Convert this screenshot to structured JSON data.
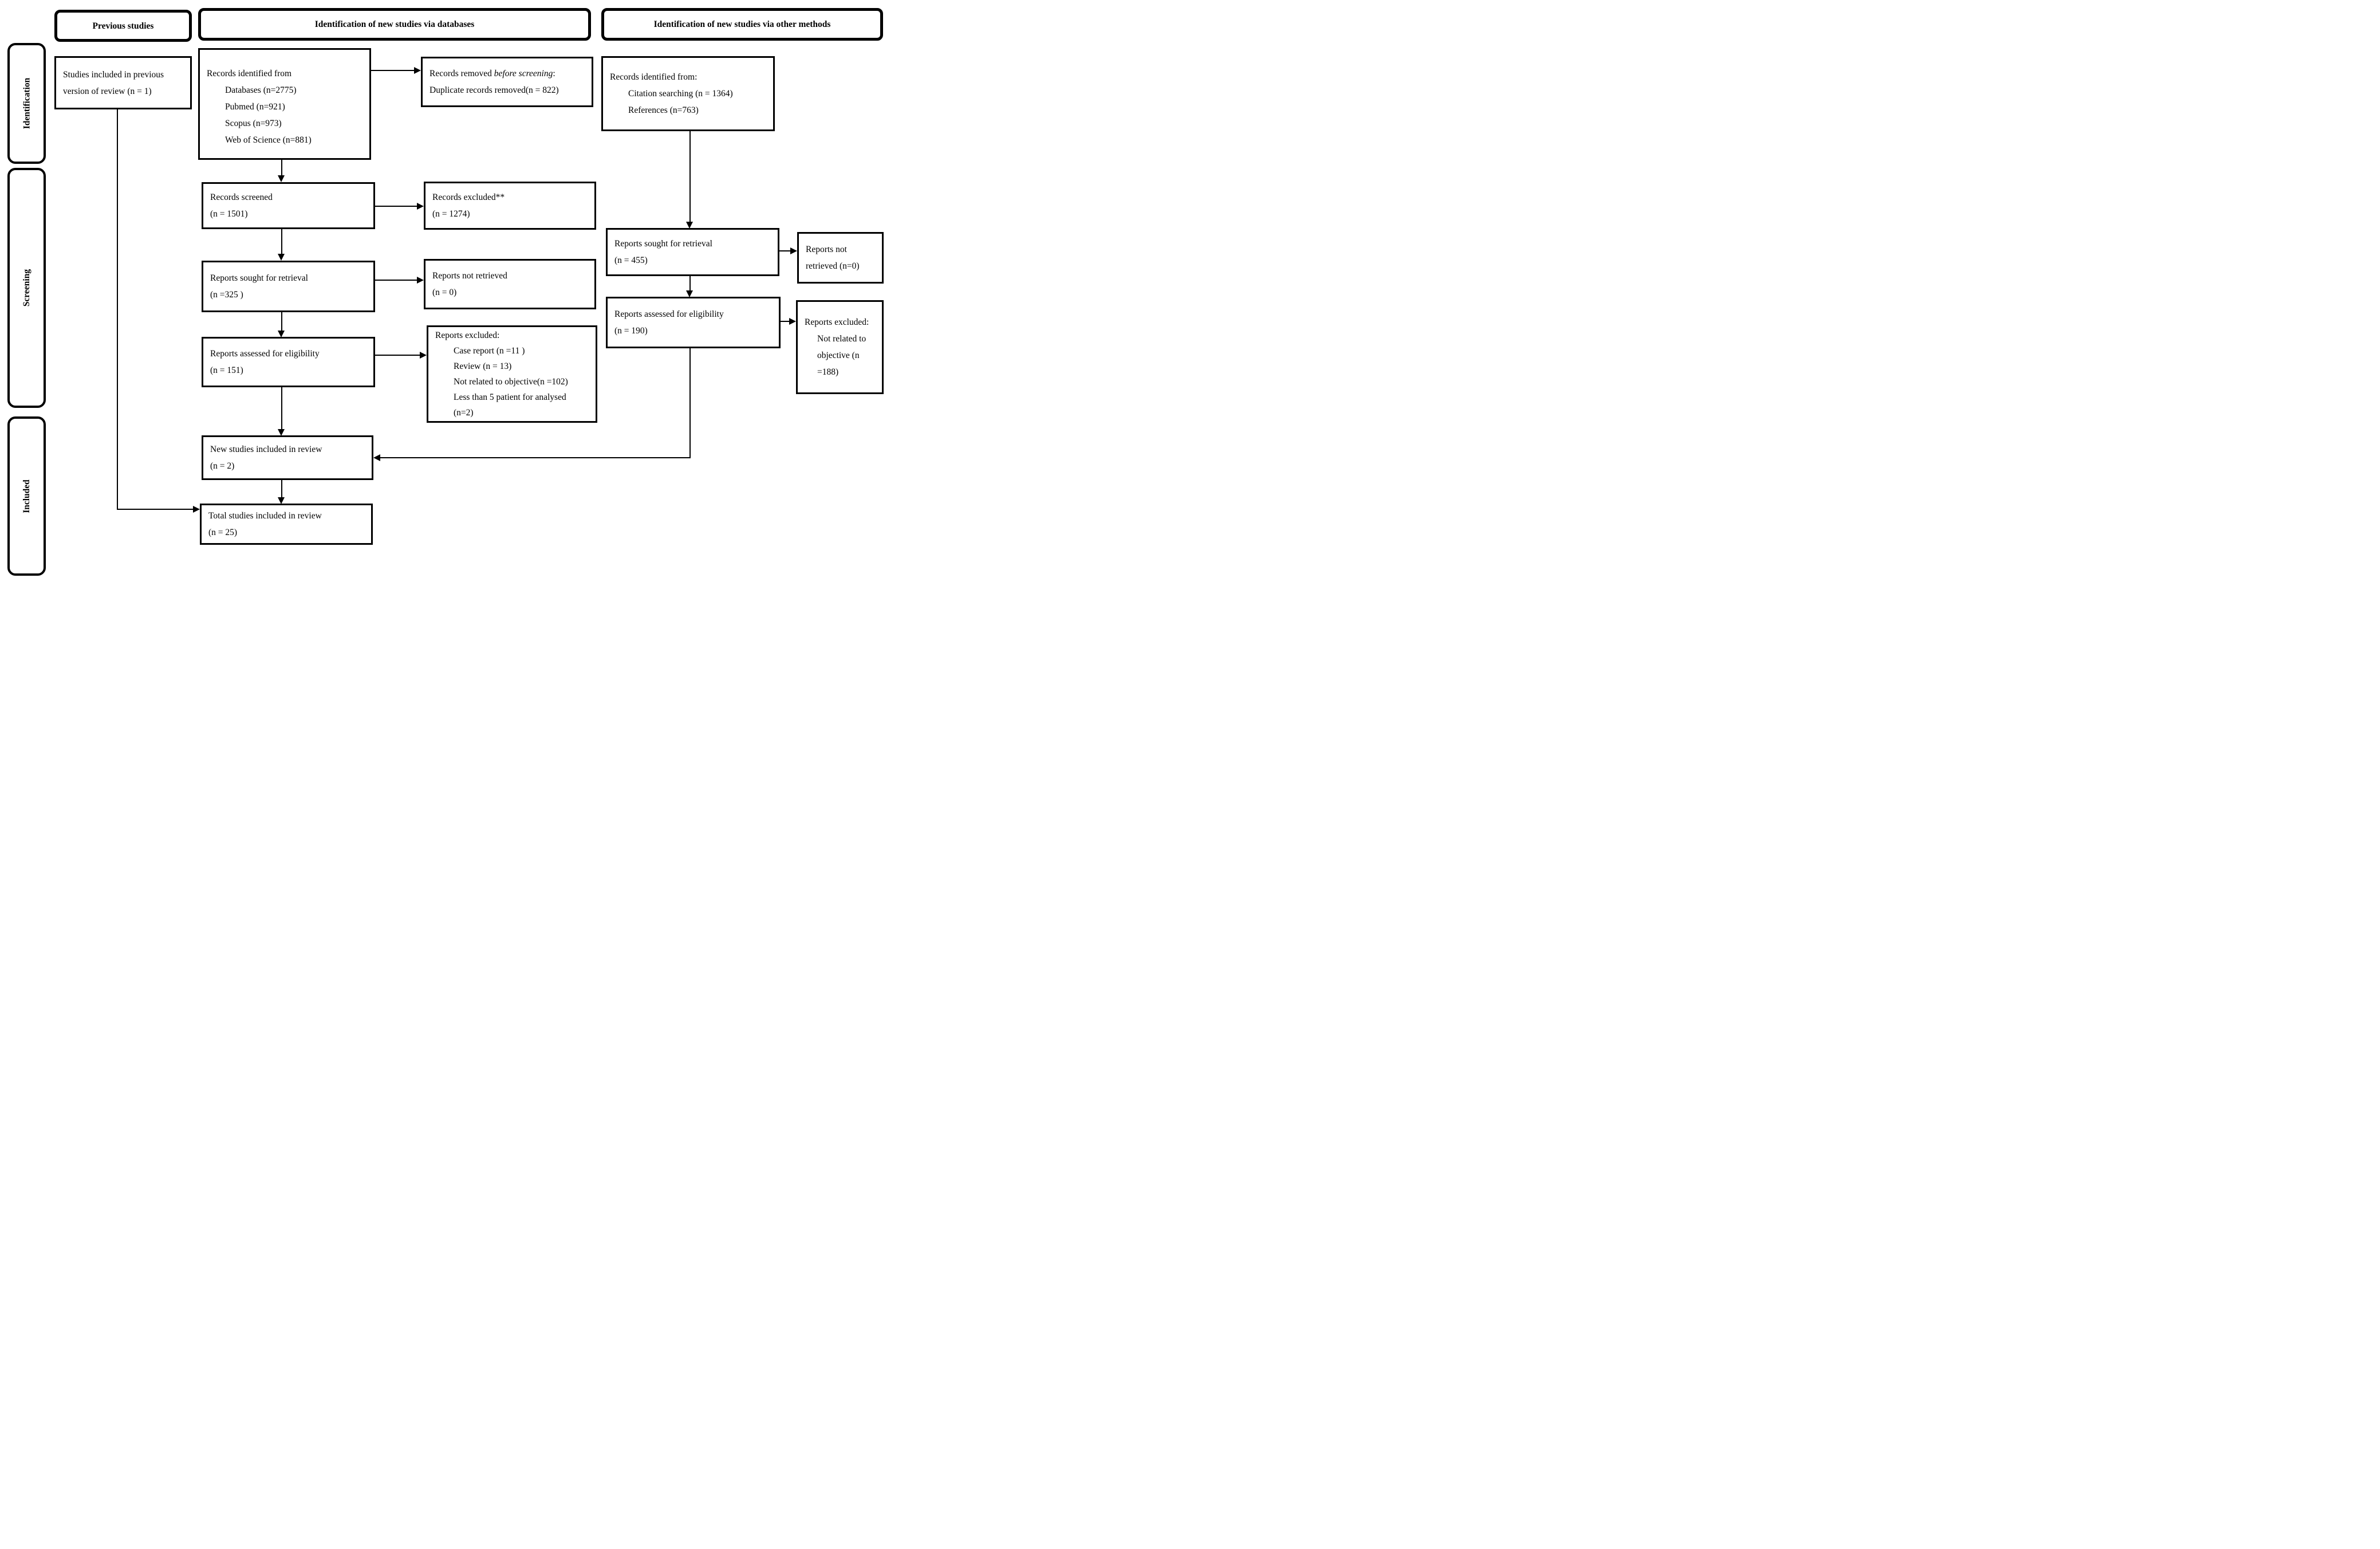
{
  "headers": {
    "previous_studies": "Previous studies",
    "via_databases": "Identification of new studies via databases",
    "via_other_methods": "Identification of new studies via other methods"
  },
  "stage_labels": {
    "identification": "Identification",
    "screening": "Screening",
    "included": "Included"
  },
  "boxes": {
    "previous_included": {
      "text": "Studies included in previous version of review (n = 1)"
    },
    "records_identified_db": {
      "title": "Records identified from",
      "items": [
        "Databases (n=2775)",
        "Pubmed (n=921)",
        "Scopus (n=973)",
        "Web of Science (n=881)"
      ]
    },
    "records_removed": {
      "prefix": "Records removed ",
      "italic": "before screening",
      "suffix": ":",
      "line2": "Duplicate records removed(n = 822)"
    },
    "records_identified_other": {
      "title": "Records identified from:",
      "items": [
        "Citation searching (n = 1364)",
        "References (n=763)"
      ]
    },
    "records_screened": {
      "text": "Records screened\n(n = 1501)"
    },
    "records_excluded": {
      "text": "Records excluded**\n(n = 1274)"
    },
    "reports_sought_db": {
      "text": "Reports sought for retrieval\n(n =325 )"
    },
    "reports_not_retrieved_db": {
      "text": "Reports not retrieved\n(n = 0)"
    },
    "reports_sought_other": {
      "text": "Reports sought for retrieval\n(n = 455)"
    },
    "reports_not_retrieved_other": {
      "text": "Reports not retrieved (n=0)"
    },
    "reports_assessed_db": {
      "text": "Reports assessed for eligibility\n(n = 151)"
    },
    "reports_excluded_detail": {
      "title": "Reports excluded:",
      "items": [
        "Case report (n =11 )",
        "Review (n = 13)",
        "Not related to objective(n =102)",
        "Less than 5 patient for analysed\n(n=2)"
      ]
    },
    "reports_assessed_other": {
      "text": "Reports assessed for eligibility\n(n = 190)"
    },
    "reports_excluded_other": {
      "title": "Reports excluded:",
      "items": [
        "Not related to objective (n =188)"
      ]
    },
    "new_studies": {
      "text": "New studies included in review\n(n = 2)"
    },
    "total_studies": {
      "text": "Total studies included in review\n(n = 25)"
    }
  }
}
